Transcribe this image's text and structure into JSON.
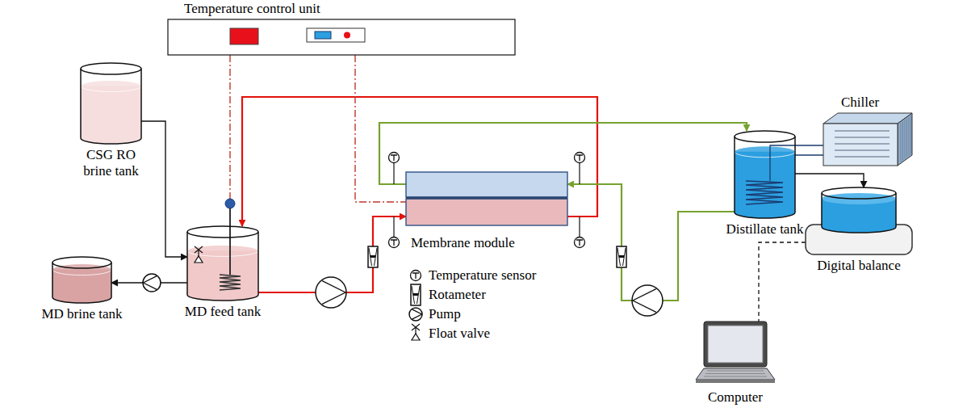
{
  "diagram": {
    "nodes": [
      {
        "text": [
          "Temperature control unit"
        ]
      },
      {
        "text": [
          "CSG RO brine tank"
        ]
      },
      {
        "text": [
          "Chiller"
        ]
      },
      {
        "text": [
          "Distillate tank"
        ]
      },
      {
        "text": [
          "Membrane module"
        ]
      },
      {
        "text": [
          "MD feed tank"
        ]
      },
      {
        "text": [
          "MD brine tank"
        ]
      },
      {
        "text": [
          "Digital balance"
        ]
      },
      {
        "text": [
          "Computer"
        ]
      }
    ],
    "edges": [
      {
        "from": 1,
        "to": 5,
        "arrow": "to"
      },
      {
        "from": 5,
        "to": 6,
        "arrow": "to"
      },
      {
        "from": 5,
        "to": 4,
        "arrow": "to"
      },
      {
        "from": 4,
        "to": 5,
        "arrow": "to"
      },
      {
        "from": 3,
        "to": 4,
        "arrow": "to"
      },
      {
        "from": 4,
        "to": 3,
        "arrow": "to"
      },
      {
        "from": 2,
        "to": 3,
        "arrow": "none"
      },
      {
        "from": 3,
        "to": 7,
        "arrow": "to"
      },
      {
        "from": 7,
        "to": 8,
        "arrow": "none"
      },
      {
        "from": 0,
        "to": 5,
        "arrow": "none"
      },
      {
        "from": 0,
        "to": 4,
        "arrow": "none"
      }
    ],
    "legend": [
      {
        "text": "Temperature sensor"
      },
      {
        "text": "Rotameter"
      },
      {
        "text": "Pump"
      },
      {
        "text": "Float valve"
      }
    ]
  }
}
